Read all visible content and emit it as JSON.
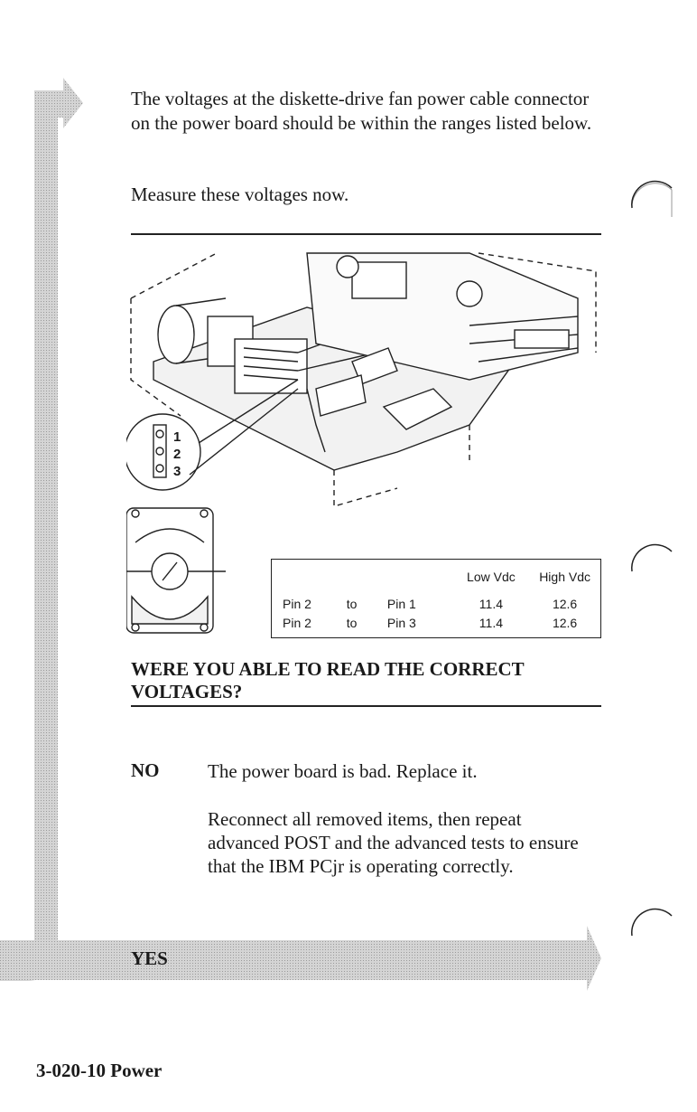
{
  "intro_text": "The voltages at the diskette-drive fan power cable connector on the power board should be within the ranges listed below.",
  "instruction_text": "Measure these voltages now.",
  "diagram": {
    "pin_labels": [
      "1",
      "2",
      "3"
    ]
  },
  "voltage_table": {
    "headers": [
      "Low Vdc",
      "High Vdc"
    ],
    "rows": [
      {
        "from": "Pin 2",
        "to_word": "to",
        "to": "Pin 1",
        "low": "11.4",
        "high": "12.6"
      },
      {
        "from": "Pin 2",
        "to_word": "to",
        "to": "Pin 3",
        "low": "11.4",
        "high": "12.6"
      }
    ]
  },
  "question": "WERE YOU ABLE TO READ THE CORRECT VOLTAGES?",
  "options": {
    "no_label": "NO",
    "no_text_1": "The power board is bad. Replace it.",
    "no_text_2": "Reconnect all removed items, then repeat advanced POST and the advanced tests to ensure that the IBM PCjr is operating correctly.",
    "yes_label": "YES"
  },
  "footer": "3-020-10 Power",
  "colors": {
    "flow_bar": "#c8c8c8",
    "ink": "#1a1a1a"
  }
}
